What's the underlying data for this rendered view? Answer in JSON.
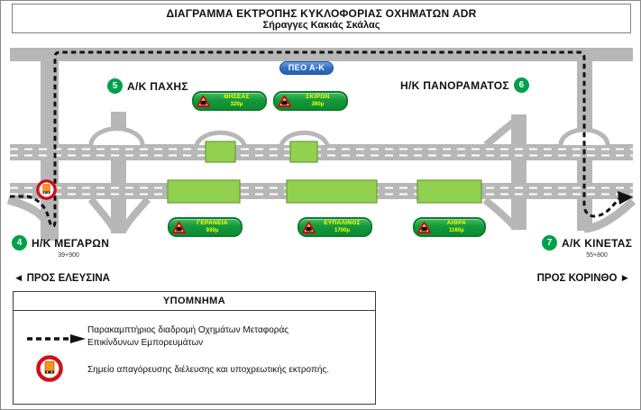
{
  "header": {
    "title": "ΔΙΑΓΡΑΜΜΑ ΕΚΤΡΟΠΗΣ ΚΥΚΛΟΦΟΡΙΑΣ ΟΧΗΜΑΤΩΝ ADR",
    "subtitle": "Σήραγγες Κακιάς Σκάλας"
  },
  "signs": {
    "peo": "ΠΕΟ Α-Κ"
  },
  "interchanges": [
    {
      "number": "4",
      "label": "Η/Κ ΜΕΓΑΡΩΝ",
      "chainage": "39+900"
    },
    {
      "number": "5",
      "label": "Α/Κ ΠΑΧΗΣ",
      "chainage": ""
    },
    {
      "number": "6",
      "label": "Η/Κ ΠΑΝΟΡΑΜΑΤΟΣ",
      "chainage": ""
    },
    {
      "number": "7",
      "label": "Α/Κ ΚΙΝΕΤΑΣ",
      "chainage": "55+800"
    }
  ],
  "tunnels": [
    {
      "name": "ΘΗΣΕΑΣ",
      "length": "320μ"
    },
    {
      "name": "ΣΚΙΡΩΝ",
      "length": "360μ"
    },
    {
      "name": "ΓΕΡΑΝΕΙΑ",
      "length": "930μ"
    },
    {
      "name": "ΕΥΠΑΛΙΝΟΣ",
      "length": "1700μ"
    },
    {
      "name": "ΑΙΘΡΑ",
      "length": "1160μ"
    }
  ],
  "directions": {
    "left": "◄ ΠΡΟΣ ΕΛΕΥΣΙΝΑ",
    "right": "ΠΡΟΣ ΚΟΡΙΝΘΟ ►"
  },
  "legend": {
    "title": "ΥΠΟΜΝΗΜΑ",
    "route_line1": "Παρακαμπτήριος διαδρομή  Οχημάτων Μεταφοράς",
    "route_line2": "Επικίνδυνων Εμπορευμάτων",
    "prohibition": "Σημείο απαγόρευσης διέλευσης και υποχρεωτικής εκτροπής."
  },
  "colors": {
    "road_gray": "#b7b7b7",
    "tunnel_green": "#92d050",
    "sign_green": "#0c8c33",
    "peo_blue": "#2e6fc0",
    "badge_green": "#00a14b",
    "prohibition_red": "#cc1318",
    "truck_orange": "#f7941d",
    "route_black": "#111111"
  }
}
